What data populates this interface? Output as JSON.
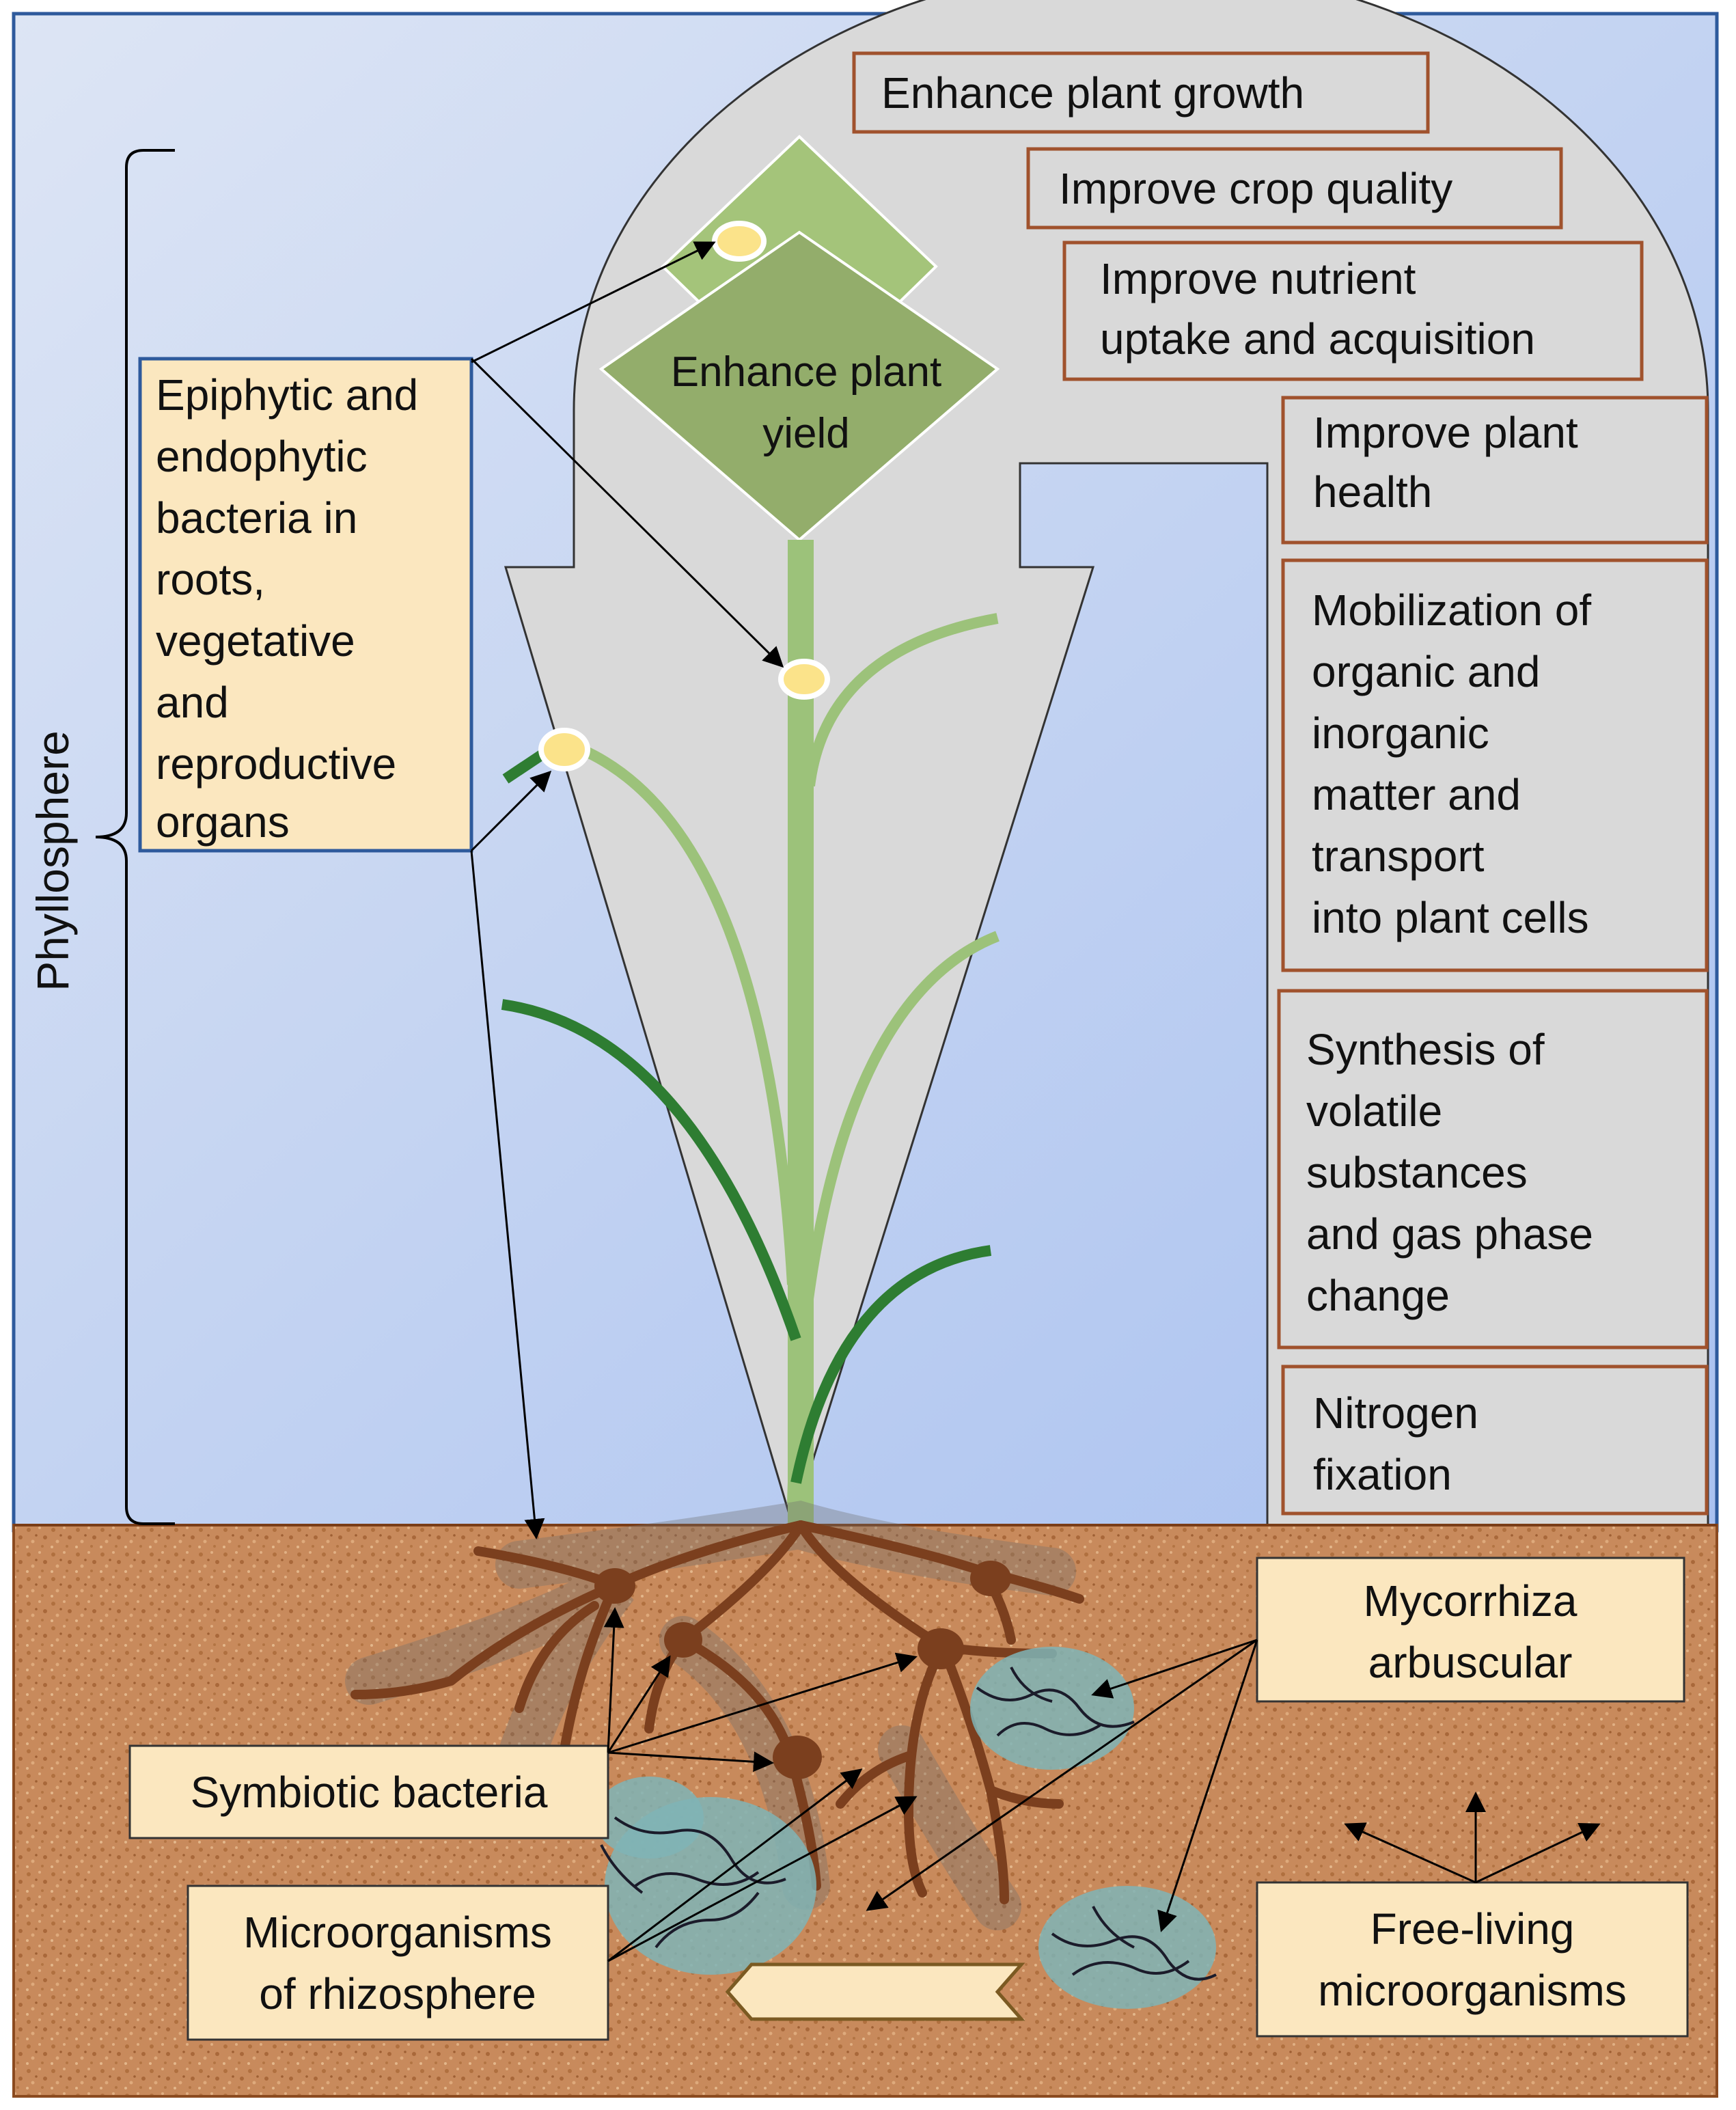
{
  "phyllosphere_label": "Phyllosphere",
  "epiphytic_box": {
    "lines": [
      "Epiphytic and",
      "endophytic",
      "bacteria in",
      "roots,",
      "vegetative",
      "and",
      "reproductive",
      "organs"
    ]
  },
  "center_label": {
    "lines": [
      "Enhance  plant",
      "yield"
    ]
  },
  "benefits": [
    {
      "lines": [
        "Enhance  plant growth"
      ]
    },
    {
      "lines": [
        "Improve crop quality"
      ]
    },
    {
      "lines": [
        "Improve nutrient",
        "uptake and acquisition"
      ]
    },
    {
      "lines": [
        "Improve plant",
        "health"
      ]
    },
    {
      "lines": [
        "Mobilization  of",
        "organic and",
        "inorganic",
        "matter and",
        "transport",
        "into plant cells"
      ]
    },
    {
      "lines": [
        "Synthesis  of",
        "volatile",
        "substances",
        "and gas phase",
        "change"
      ]
    },
    {
      "lines": [
        "Nitrogen",
        "fixation"
      ]
    }
  ],
  "soil_labels": {
    "mycorrhiza": {
      "lines": [
        "Mycorrhiza",
        "arbuscular"
      ]
    },
    "symbiotic": {
      "lines": [
        "Symbiotic  bacteria"
      ]
    },
    "rhizosphere": {
      "lines": [
        "Microorganisms",
        "of rhizosphere"
      ]
    },
    "free_living": {
      "lines": [
        "Free-living",
        "microorganisms"
      ]
    }
  },
  "colors": {
    "sky_top": "#d9e2f3",
    "sky_bottom": "#a7bff0",
    "dome": "#d9d9d9",
    "box_border": "#a0522d",
    "label_fill": "#fbe7bf",
    "blue_border": "#2e5a9c",
    "soil": "#c8895a",
    "root": "#7b3f1e",
    "hyphae": "#7fb4b6",
    "leaf_dark": "#2e7d32",
    "leaf_light": "#9cc27a"
  }
}
